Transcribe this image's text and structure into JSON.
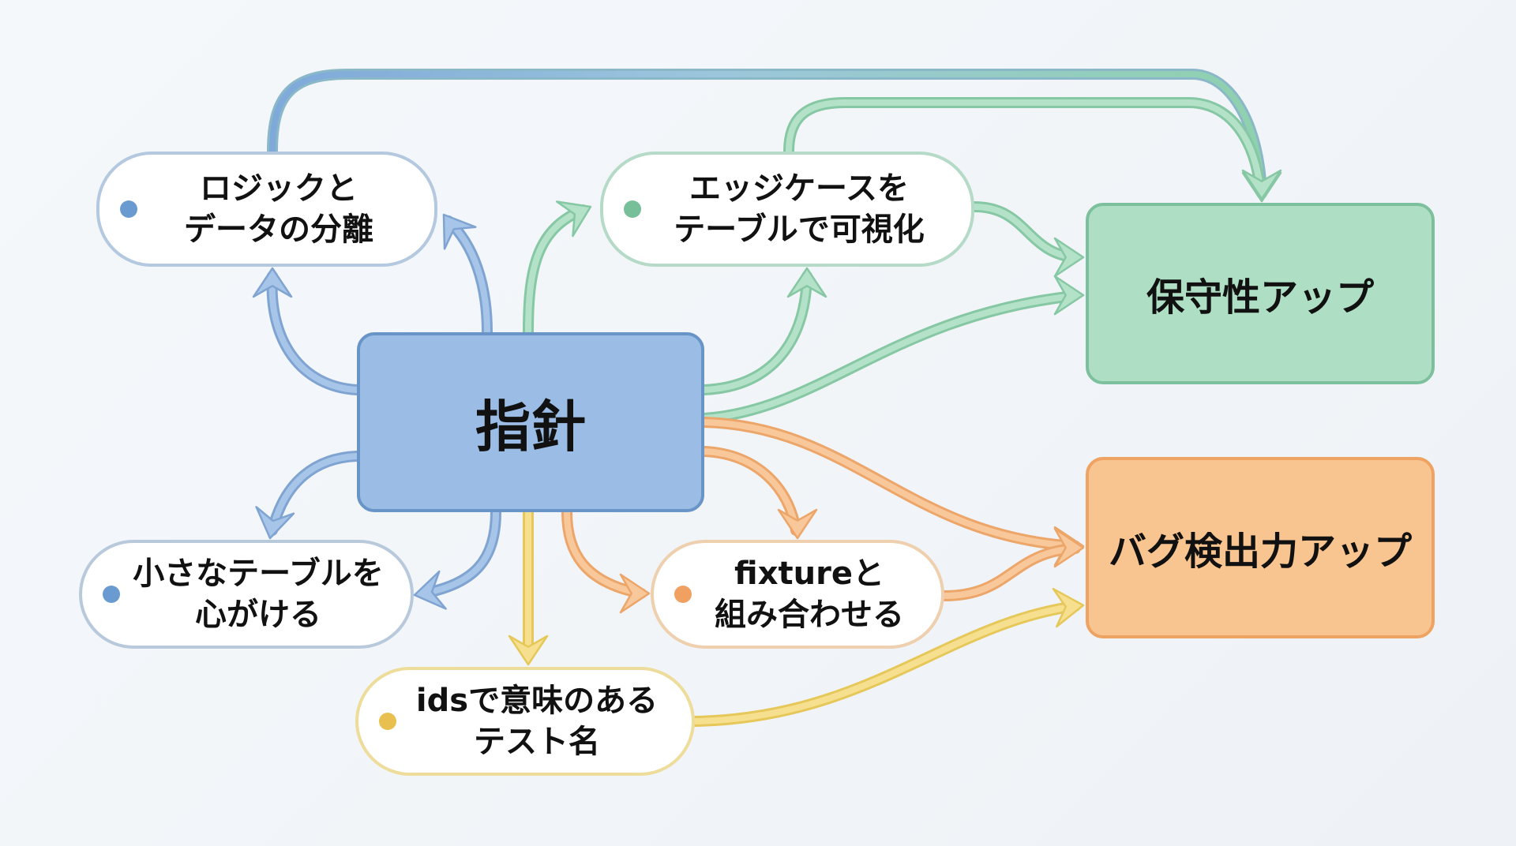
{
  "diagram": {
    "type": "flow-map",
    "colors": {
      "blue": "#7fa9d9",
      "green": "#8fd1ae",
      "orange": "#f5b07a",
      "yellow": "#f1d270",
      "background": "#f0f4f8"
    },
    "nodes": {
      "center": {
        "label": "指針",
        "shape": "box",
        "color": "#9bbde5"
      },
      "maintainability": {
        "label": "保守性アップ",
        "shape": "box",
        "color": "#aedfc4"
      },
      "bug_detection": {
        "label": "バグ検出力アップ",
        "shape": "box",
        "color": "#f8c48f"
      },
      "logic_data": {
        "label": "ロジックと\nデータの分離",
        "shape": "pill",
        "dot_color": "#6a9bd0"
      },
      "edge_cases": {
        "label": "エッジケースを\nテーブルで可視化",
        "shape": "pill",
        "dot_color": "#76bf99"
      },
      "small_table": {
        "label": "小さなテーブルを\n心がける",
        "shape": "pill",
        "dot_color": "#6a9bd0"
      },
      "fixture": {
        "label": "fixtureと\n組み合わせる",
        "shape": "pill",
        "dot_color": "#f0a060"
      },
      "ids_names": {
        "label": "idsで意味のある\nテスト名",
        "shape": "pill",
        "dot_color": "#e8c050"
      }
    },
    "edges": [
      {
        "from": "center",
        "to": "logic_data",
        "color": "blue"
      },
      {
        "from": "center",
        "to": "logic_data",
        "color": "blue"
      },
      {
        "from": "center",
        "to": "small_table",
        "color": "blue"
      },
      {
        "from": "center",
        "to": "small_table",
        "color": "blue"
      },
      {
        "from": "center",
        "to": "edge_cases",
        "color": "green"
      },
      {
        "from": "center",
        "to": "edge_cases",
        "color": "green"
      },
      {
        "from": "center",
        "to": "maintainability",
        "color": "green"
      },
      {
        "from": "logic_data",
        "to": "maintainability",
        "color": "blue-green"
      },
      {
        "from": "edge_cases",
        "to": "maintainability",
        "color": "green"
      },
      {
        "from": "edge_cases",
        "to": "maintainability",
        "color": "green"
      },
      {
        "from": "center",
        "to": "fixture",
        "color": "orange"
      },
      {
        "from": "center",
        "to": "fixture",
        "color": "orange"
      },
      {
        "from": "center",
        "to": "bug_detection",
        "color": "orange"
      },
      {
        "from": "fixture",
        "to": "bug_detection",
        "color": "orange"
      },
      {
        "from": "center",
        "to": "ids_names",
        "color": "yellow"
      },
      {
        "from": "ids_names",
        "to": "bug_detection",
        "color": "yellow"
      }
    ]
  }
}
